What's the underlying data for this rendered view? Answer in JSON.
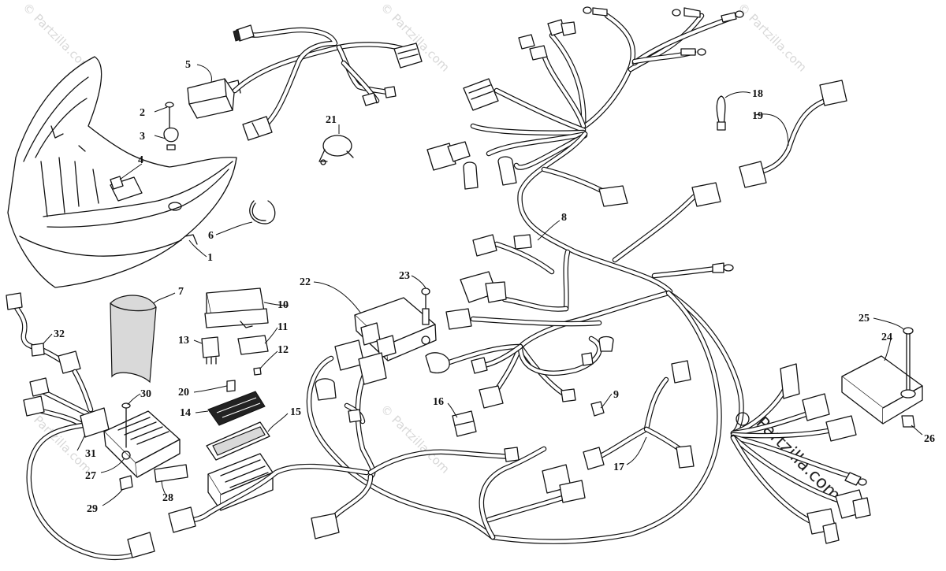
{
  "watermark": {
    "text": "© Partzilla.com",
    "brand": "Partzilla.com"
  },
  "callouts": [
    "1",
    "2",
    "3",
    "4",
    "5",
    "6",
    "7",
    "8",
    "9",
    "10",
    "11",
    "12",
    "13",
    "14",
    "15",
    "16",
    "17",
    "18",
    "19",
    "20",
    "21",
    "22",
    "23",
    "24",
    "25",
    "26",
    "27",
    "28",
    "29",
    "30",
    "31",
    "32"
  ],
  "colors": {
    "line": "#111111",
    "background": "#ffffff",
    "watermark": "#d8d8d8"
  }
}
